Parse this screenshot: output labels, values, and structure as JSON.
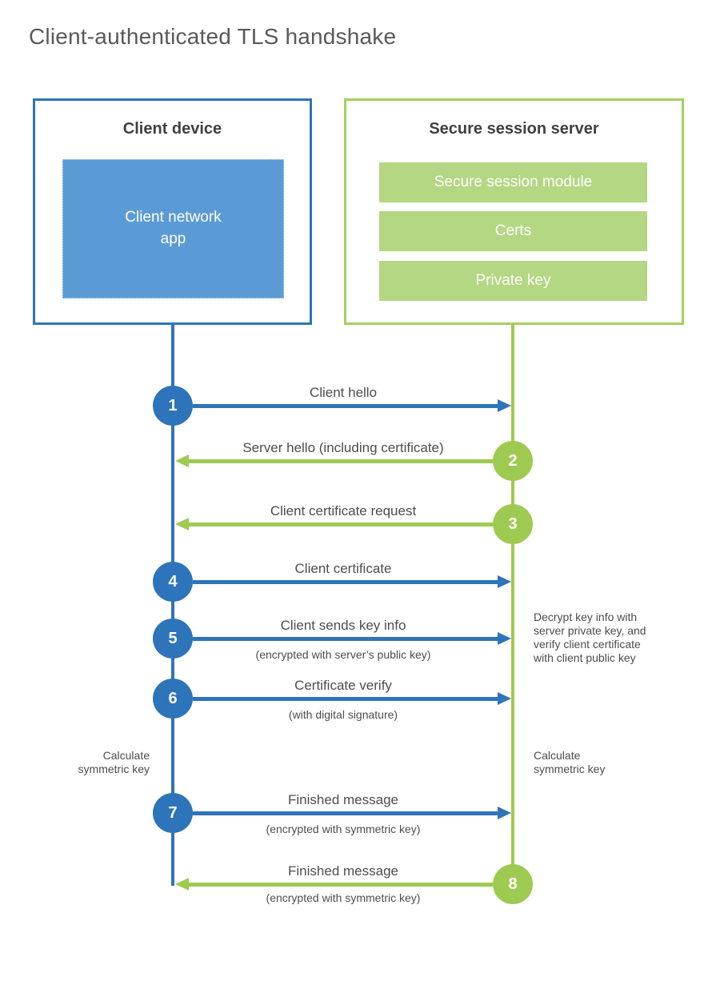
{
  "title": "Client-authenticated TLS handshake",
  "colors": {
    "blue": "#2e74ba",
    "blue_fill": "#5b9bd5",
    "green": "#9fca51",
    "green_border": "#a5d05e",
    "green_fill": "#b3d782",
    "heading_text": "#404042",
    "label_text": "#4c4d4f",
    "title_text": "#58595b"
  },
  "client": {
    "title": "Client device",
    "app_label": "Client network\napp"
  },
  "server": {
    "title": "Secure session server",
    "modules": [
      "Secure session module",
      "Certs",
      "Private key"
    ]
  },
  "steps": [
    {
      "num": "1",
      "from": "client",
      "to": "server",
      "label": "Client hello",
      "sublabel": ""
    },
    {
      "num": "2",
      "from": "server",
      "to": "client",
      "label": "Server hello (including certificate)",
      "sublabel": ""
    },
    {
      "num": "3",
      "from": "server",
      "to": "client",
      "label": "Client certificate request",
      "sublabel": ""
    },
    {
      "num": "4",
      "from": "client",
      "to": "server",
      "label": "Client certificate",
      "sublabel": ""
    },
    {
      "num": "5",
      "from": "client",
      "to": "server",
      "label": "Client sends key info",
      "sublabel": "(encrypted with server’s public key)"
    },
    {
      "num": "6",
      "from": "client",
      "to": "server",
      "label": "Certificate verify",
      "sublabel": "(with digital signature)"
    },
    {
      "num": "7",
      "from": "client",
      "to": "server",
      "label": "Finished message",
      "sublabel": "(encrypted with symmetric key)"
    },
    {
      "num": "8",
      "from": "server",
      "to": "client",
      "label": "Finished message",
      "sublabel": "(encrypted with symmetric key)"
    }
  ],
  "notes": {
    "decrypt": "Decrypt key info with\nserver private key, and\nverify client certificate\nwith client public key",
    "calc_left": "Calculate\nsymmetric key",
    "calc_right": "Calculate\nsymmetric key"
  }
}
